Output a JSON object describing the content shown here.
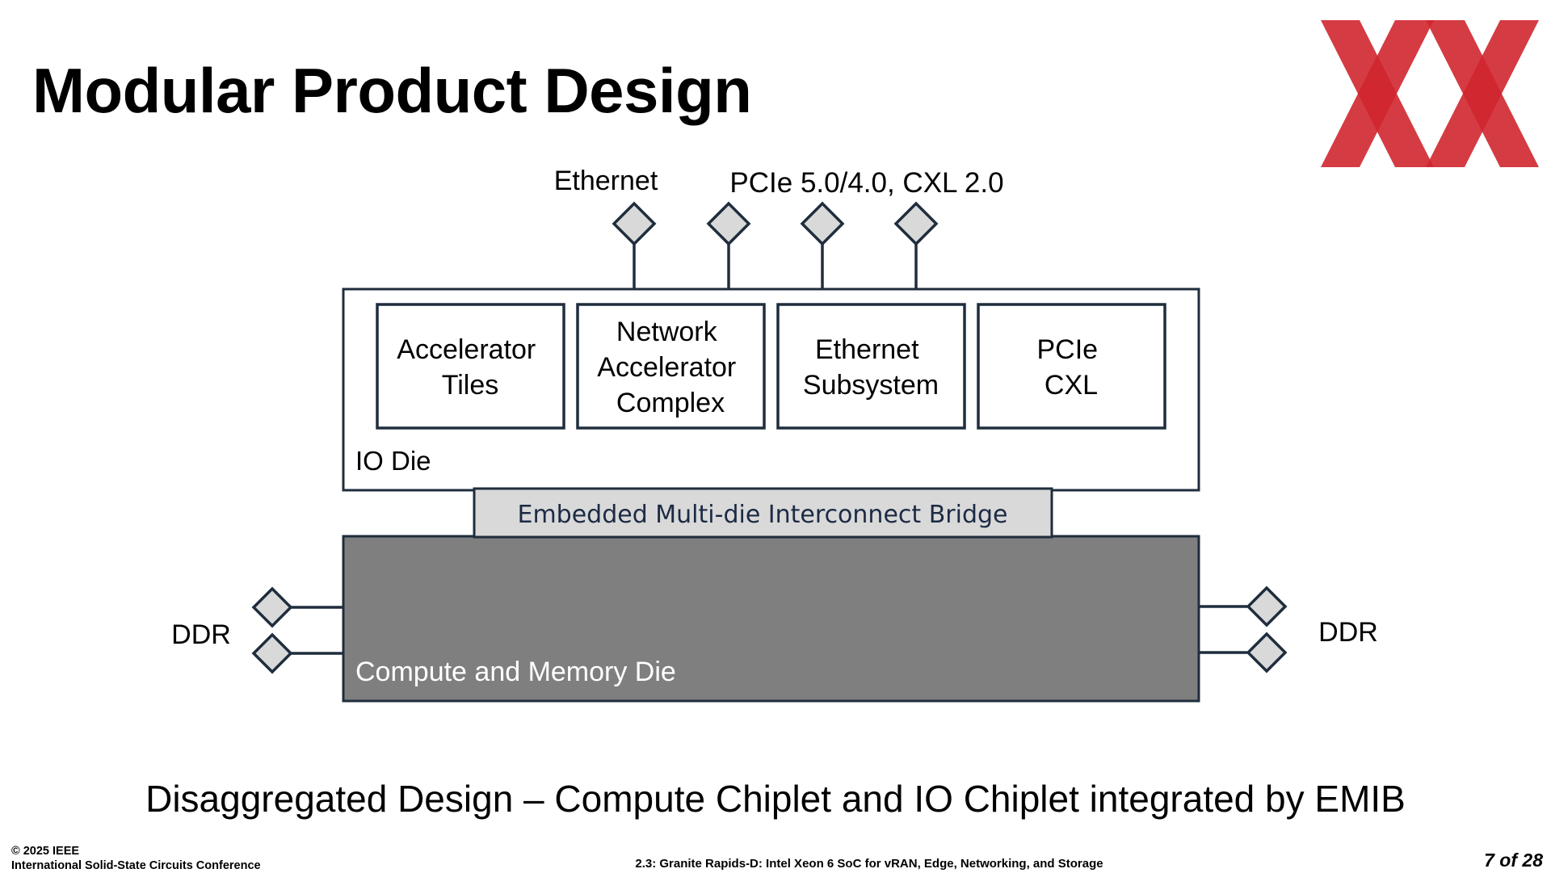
{
  "slide": {
    "title": "Modular Product Design",
    "caption": "Disaggregated Design – Compute Chiplet and IO Chiplet integrated by EMIB",
    "footer": {
      "copyright": "© 2025 IEEE",
      "conference": "International Solid-State Circuits Conference",
      "paper": "2.3: Granite Rapids-D: Intel Xeon 6 SoC for vRAN, Edge, Networking, and Storage",
      "page": "7 of 28"
    }
  },
  "diagram": {
    "top_labels": {
      "ethernet": "Ethernet",
      "pcie": "PCIe 5.0/4.0, CXL 2.0"
    },
    "io_die": {
      "label": "IO Die",
      "blocks": [
        {
          "lines": [
            "Accelerator",
            "Tiles"
          ]
        },
        {
          "lines": [
            "Network",
            "Accelerator",
            "Complex"
          ]
        },
        {
          "lines": [
            "Ethernet",
            "Subsystem"
          ]
        },
        {
          "lines": [
            "PCIe",
            "CXL"
          ]
        }
      ]
    },
    "bridge": {
      "label": "Embedded Multi-die Interconnect Bridge"
    },
    "compute_die": {
      "label": "Compute and Memory Die"
    },
    "ddr_left": "DDR",
    "ddr_right": "DDR",
    "colors": {
      "outline": "#1f2d3d",
      "pin_fill": "#d9d9d9",
      "bridge_fill": "#d9d9d9",
      "compute_fill": "#7f7f7f",
      "logo_red": "#c8102e"
    }
  }
}
